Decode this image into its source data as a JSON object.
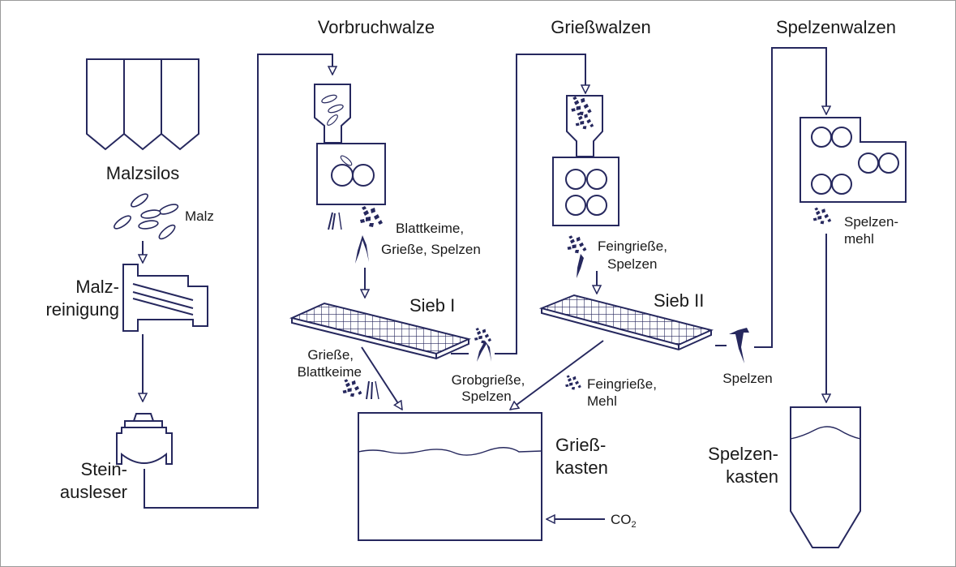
{
  "labels": {
    "malzsilos": "Malzsilos",
    "malz": "Malz",
    "malzreinigung_1": "Malz-",
    "malzreinigung_2": "reinigung",
    "steinausleser_1": "Stein-",
    "steinausleser_2": "ausleser",
    "vorbruchwalze": "Vorbruchwalze",
    "griesswalzen": "Grießwalzen",
    "spelzenwalzen": "Spelzenwalzen",
    "blattkeime_1": "Blattkeime,",
    "blattkeime_2": "Grieße, Spelzen",
    "sieb1": "Sieb I",
    "sieb2": "Sieb II",
    "griesse_blattkeime_1": "Grieße,",
    "griesse_blattkeime_2": "Blattkeime",
    "grobgriesse_1": "Grobgrieße,",
    "grobgriesse_2": "Spelzen",
    "feingriesse_spelzen_1": "Feingrieße,",
    "feingriesse_spelzen_2": "Spelzen",
    "feingriesse_mehl_1": "Feingrieße,",
    "feingriesse_mehl_2": "Mehl",
    "spelzen": "Spelzen",
    "spelzenmehl_1": "Spelzen-",
    "spelzenmehl_2": "mehl",
    "griesskasten_1": "Grieß-",
    "griesskasten_2": "kasten",
    "spelzenkasten_1": "Spelzen-",
    "spelzenkasten_2": "kasten",
    "co2_main": "CO",
    "co2_sub": "2"
  },
  "colors": {
    "line": "#26285e",
    "text": "#1a1a1a",
    "frame": "#9a9a9a"
  }
}
